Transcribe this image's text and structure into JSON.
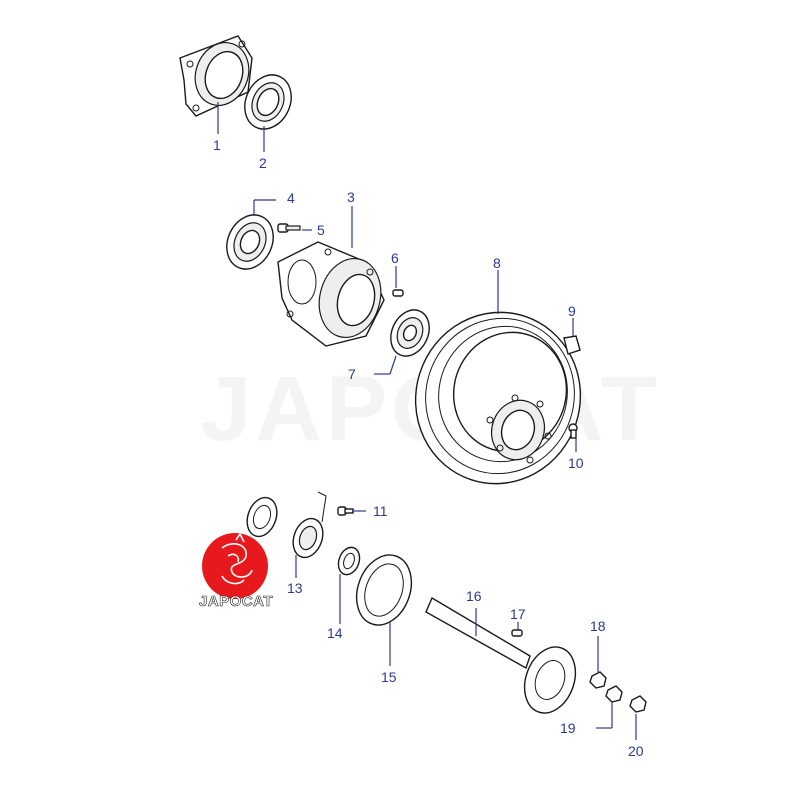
{
  "watermark": {
    "text": "JAPOCAT"
  },
  "logo": {
    "text": "JAPOCAT",
    "color": "#e8191c"
  },
  "colors": {
    "callout": "#2b3a8f",
    "line": "#1a1a1a"
  },
  "callouts": {
    "c1": "1",
    "c2": "2",
    "c3": "3",
    "c4": "4",
    "c5": "5",
    "c6": "6",
    "c7": "7",
    "c8": "8",
    "c9": "9",
    "c10": "10",
    "c11": "11",
    "c13": "13",
    "c14": "14",
    "c15": "15",
    "c16": "16",
    "c17": "17",
    "c18": "18",
    "c19": "19",
    "c20": "20"
  }
}
